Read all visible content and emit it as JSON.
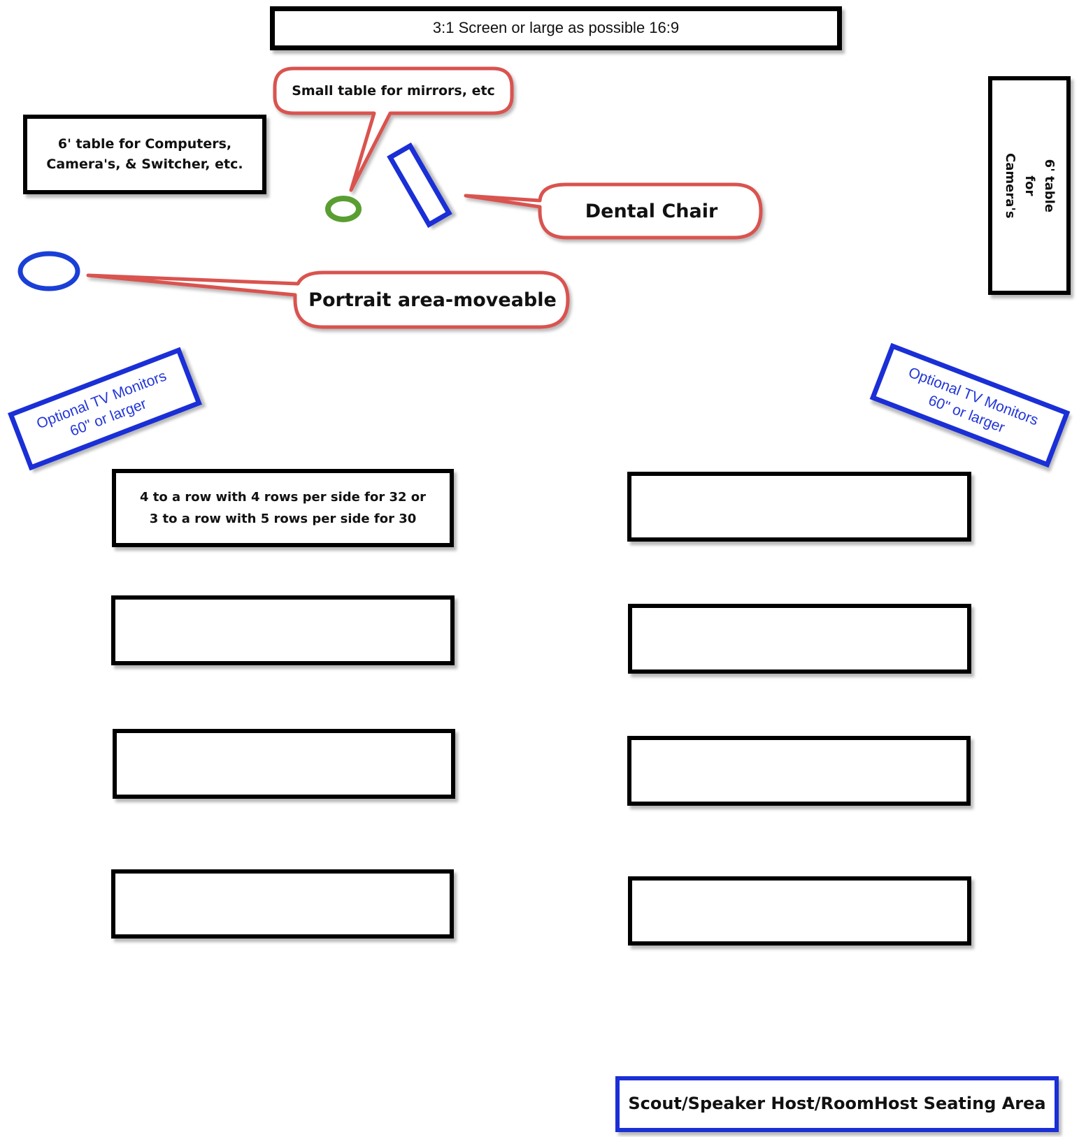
{
  "screen": {
    "label": "3:1 Screen or large as possible 16:9"
  },
  "small_table": {
    "label": "Small table for mirrors, etc"
  },
  "computer_table": {
    "label": "6' table for Computers,\nCamera's, & Switcher, etc."
  },
  "camera_table": {
    "label": "6' table for Camera's"
  },
  "dental_chair": {
    "label": "Dental Chair"
  },
  "portrait_area": {
    "label": "Portrait area-moveable"
  },
  "tv_monitor_left": {
    "label": "Optional TV Monitors\n60\" or larger"
  },
  "tv_monitor_right": {
    "label": "Optional TV Monitors\n60\" or larger"
  },
  "seating_rows": {
    "note": "4 to a row with 4 rows per side for 32 or\n3 to a row with 5 rows per side for 30"
  },
  "host_seating": {
    "label": "Scout/Speaker Host/RoomHost Seating Area"
  },
  "colors": {
    "outline": "#000000",
    "blue": "#1a2fd6",
    "callout_border": "#d9534f",
    "mirror_circle": "#5a9e32",
    "portrait_circle": "#1a3fd6"
  }
}
